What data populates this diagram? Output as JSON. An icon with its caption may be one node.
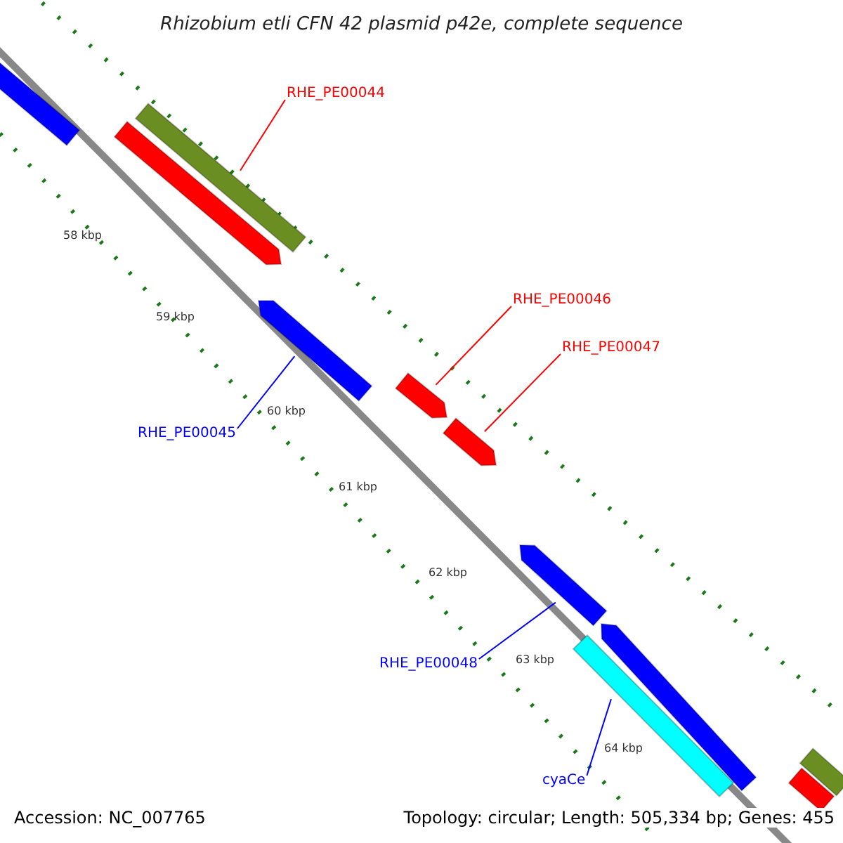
{
  "diagram": {
    "title": "Rhizobium etli CFN 42 plasmid p42e, complete sequence",
    "nodes": [
      {
        "text": [
          "RHE_PE00044"
        ]
      },
      {
        "text": [],
        "shape": "bar"
      },
      {
        "text": [
          "RHE_PE00046"
        ]
      },
      {
        "text": [],
        "shape": "bar"
      },
      {
        "text": [
          "RHE_PE00047"
        ]
      },
      {
        "text": [],
        "shape": "bar"
      },
      {
        "text": [
          "RHE_PE00045"
        ]
      },
      {
        "text": [],
        "shape": "bar"
      },
      {
        "text": [
          "RHE_PE00048"
        ]
      },
      {
        "text": [],
        "shape": "bar"
      },
      {
        "text": [
          "cyaCe"
        ]
      },
      {
        "text": [],
        "shape": "bar"
      },
      {
        "text": [],
        "shape": "bar"
      },
      {
        "text": [],
        "shape": "bar"
      },
      {
        "text": [],
        "shape": "bar"
      },
      {
        "text": [],
        "shape": "bar"
      },
      {
        "text": [],
        "shape": "bar"
      }
    ],
    "edges": [
      {
        "from": 0,
        "to": 1,
        "arrow": "none",
        "color": "#ff0000"
      },
      {
        "from": 2,
        "to": 3,
        "arrow": "none",
        "color": "#ff0000"
      },
      {
        "from": 4,
        "to": 5,
        "arrow": "none",
        "color": "#ff0000"
      },
      {
        "from": 6,
        "to": 7,
        "arrow": "none",
        "color": "#0000ff"
      },
      {
        "from": 8,
        "to": 9,
        "arrow": "none",
        "color": "#0000ff"
      },
      {
        "from": 10,
        "to": 11,
        "arrow": "none",
        "color": "#0000ff"
      }
    ],
    "labels": [
      "58 kbp",
      "59 kbp",
      "60 kbp",
      "61 kbp",
      "62 kbp",
      "63 kbp",
      "64 kbp",
      "Accession: NC_007765",
      "Topology: circular; Length: 505,334 bp; Genes: 455"
    ]
  }
}
